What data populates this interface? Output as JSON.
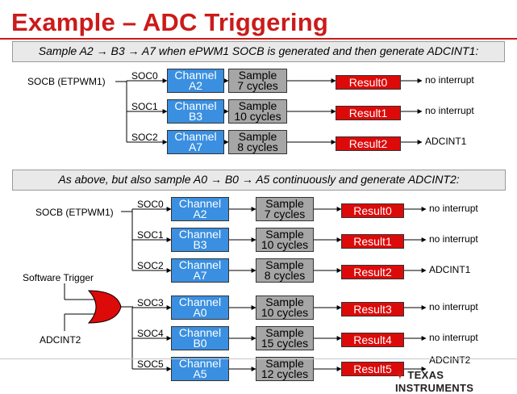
{
  "title": "Example – ADC Triggering",
  "banner1": "Sample A2 → B3 → A7 when ePWM1 SOCB is generated and then generate ADCINT1:",
  "banner2": "As above, but also sample A0 → B0 → A5 continuously and generate ADCINT2:",
  "section1": {
    "source": "SOCB (ETPWM1)",
    "rows": [
      {
        "soc": "SOC0",
        "channel": [
          "Channel",
          "A2"
        ],
        "sample": [
          "Sample",
          "7 cycles"
        ],
        "result": "Result0",
        "output": "no interrupt"
      },
      {
        "soc": "SOC1",
        "channel": [
          "Channel",
          "B3"
        ],
        "sample": [
          "Sample",
          "10 cycles"
        ],
        "result": "Result1",
        "output": "no interrupt"
      },
      {
        "soc": "SOC2",
        "channel": [
          "Channel",
          "A7"
        ],
        "sample": [
          "Sample",
          "8 cycles"
        ],
        "result": "Result2",
        "output": "ADCINT1"
      }
    ]
  },
  "section2": {
    "source": "SOCB (ETPWM1)",
    "software_trigger": "Software Trigger",
    "adcint2": "ADCINT2",
    "rows": [
      {
        "soc": "SOC0",
        "channel": [
          "Channel",
          "A2"
        ],
        "sample": [
          "Sample",
          "7 cycles"
        ],
        "result": "Result0",
        "output": "no interrupt"
      },
      {
        "soc": "SOC1",
        "channel": [
          "Channel",
          "B3"
        ],
        "sample": [
          "Sample",
          "10 cycles"
        ],
        "result": "Result1",
        "output": "no interrupt"
      },
      {
        "soc": "SOC2",
        "channel": [
          "Channel",
          "A7"
        ],
        "sample": [
          "Sample",
          "8 cycles"
        ],
        "result": "Result2",
        "output": "ADCINT1"
      },
      {
        "soc": "SOC3",
        "channel": [
          "Channel",
          "A0"
        ],
        "sample": [
          "Sample",
          "10 cycles"
        ],
        "result": "Result3",
        "output": "no interrupt"
      },
      {
        "soc": "SOC4",
        "channel": [
          "Channel",
          "B0"
        ],
        "sample": [
          "Sample",
          "15 cycles"
        ],
        "result": "Result4",
        "output": "no interrupt"
      },
      {
        "soc": "SOC5",
        "channel": [
          "Channel",
          "A5"
        ],
        "sample": [
          "Sample",
          "12 cycles"
        ],
        "result": "Result5",
        "output": "ADCINT2"
      }
    ]
  },
  "logo": {
    "word1": "TEXAS",
    "word2": "INSTRUMENTS"
  },
  "colors": {
    "title": "#cc1a1a",
    "channel": "#3a8fe0",
    "sample": "#a6a6a6",
    "result": "#dd0a0a"
  }
}
